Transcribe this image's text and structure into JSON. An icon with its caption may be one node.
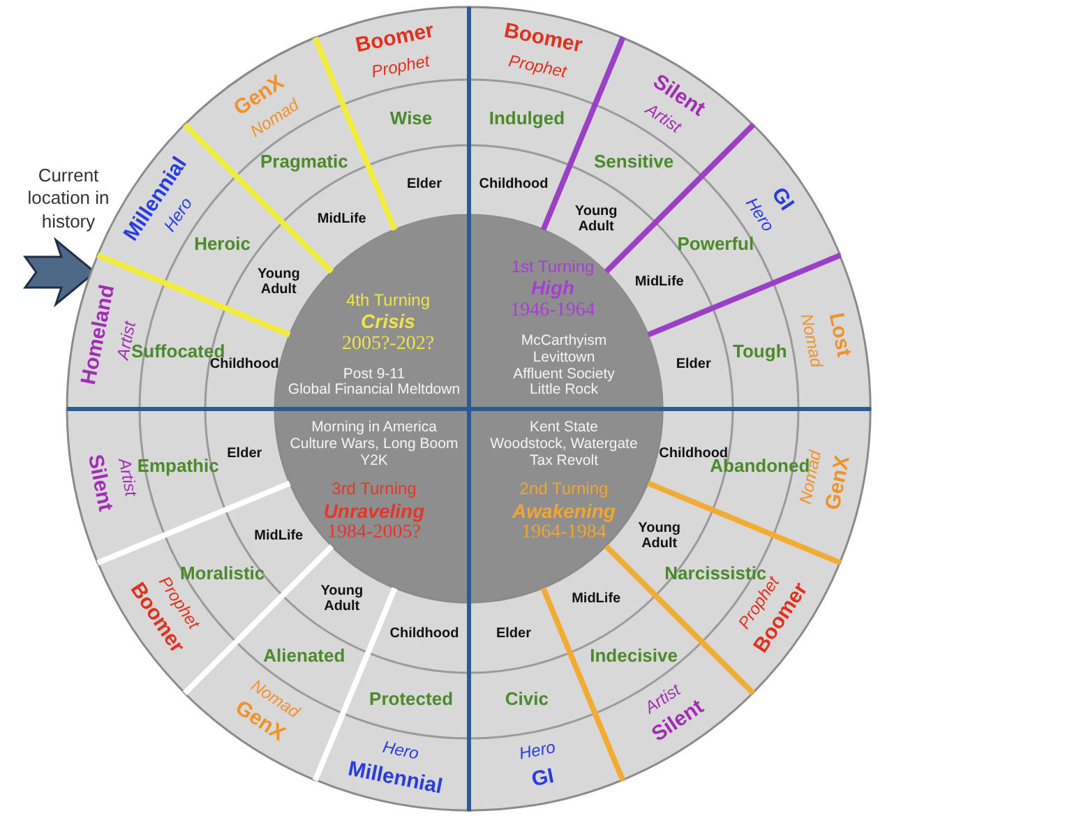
{
  "diagram": {
    "nodes": [
      {
        "text": [
          "Boomer",
          "Prophet",
          "Wise",
          "Elder"
        ]
      },
      {
        "text": [
          "GenX",
          "Nomad",
          "Pragmatic",
          "MidLife"
        ]
      },
      {
        "text": [
          "Millennial",
          "Hero",
          "Heroic",
          "Young Adult"
        ]
      },
      {
        "text": [
          "Homeland",
          "Artist",
          "Suffocated",
          "Childhood"
        ]
      },
      {
        "text": [
          "Boomer",
          "Prophet",
          "Indulged",
          "Childhood"
        ]
      },
      {
        "text": [
          "Silent",
          "Artist",
          "Sensitive",
          "Young Adult"
        ]
      },
      {
        "text": [
          "GI",
          "Hero",
          "Powerful",
          "MidLife"
        ]
      },
      {
        "text": [
          "Lost",
          "Nomad",
          "Tough",
          "Elder"
        ]
      },
      {
        "text": [
          "4th Turning",
          "Crisis",
          "2005?-202?",
          "Post 9-11",
          "Global Financial Meltdown"
        ]
      },
      {
        "text": [
          "1st Turning",
          "High",
          "1946-1964",
          "McCarthyism",
          "Levittown",
          "Affluent Society",
          "Little Rock"
        ]
      },
      {
        "text": [
          "Morning in America",
          "Culture Wars, Long Boom",
          "Y2K",
          "3rd Turning",
          "Unraveling",
          "1984-2005?"
        ]
      },
      {
        "text": [
          "Kent State",
          "Woodstock, Watergate",
          "Tax Revolt",
          "2nd Turning",
          "Awakening",
          "1964-1984"
        ]
      },
      {
        "text": [
          "Elder",
          "Empathic",
          "Artist",
          "Silent"
        ]
      },
      {
        "text": [
          "MidLife",
          "Moralistic",
          "Prophet",
          "Boomer"
        ]
      },
      {
        "text": [
          "Young Adult",
          "Alienated",
          "Nomad",
          "GenX"
        ]
      },
      {
        "text": [
          "Childhood",
          "Protected",
          "Hero",
          "Millennial"
        ]
      },
      {
        "text": [
          "Childhood",
          "Abandoned",
          "Nomad",
          "GenX"
        ]
      },
      {
        "text": [
          "Young Adult",
          "Narcissistic",
          "Prophet",
          "Boomer"
        ]
      },
      {
        "text": [
          "MidLife",
          "Indecisive",
          "Artist",
          "Silent"
        ]
      },
      {
        "text": [
          "Elder",
          "Civic",
          "Hero",
          "GI"
        ]
      }
    ],
    "labels": [
      "Current location in history"
    ]
  }
}
